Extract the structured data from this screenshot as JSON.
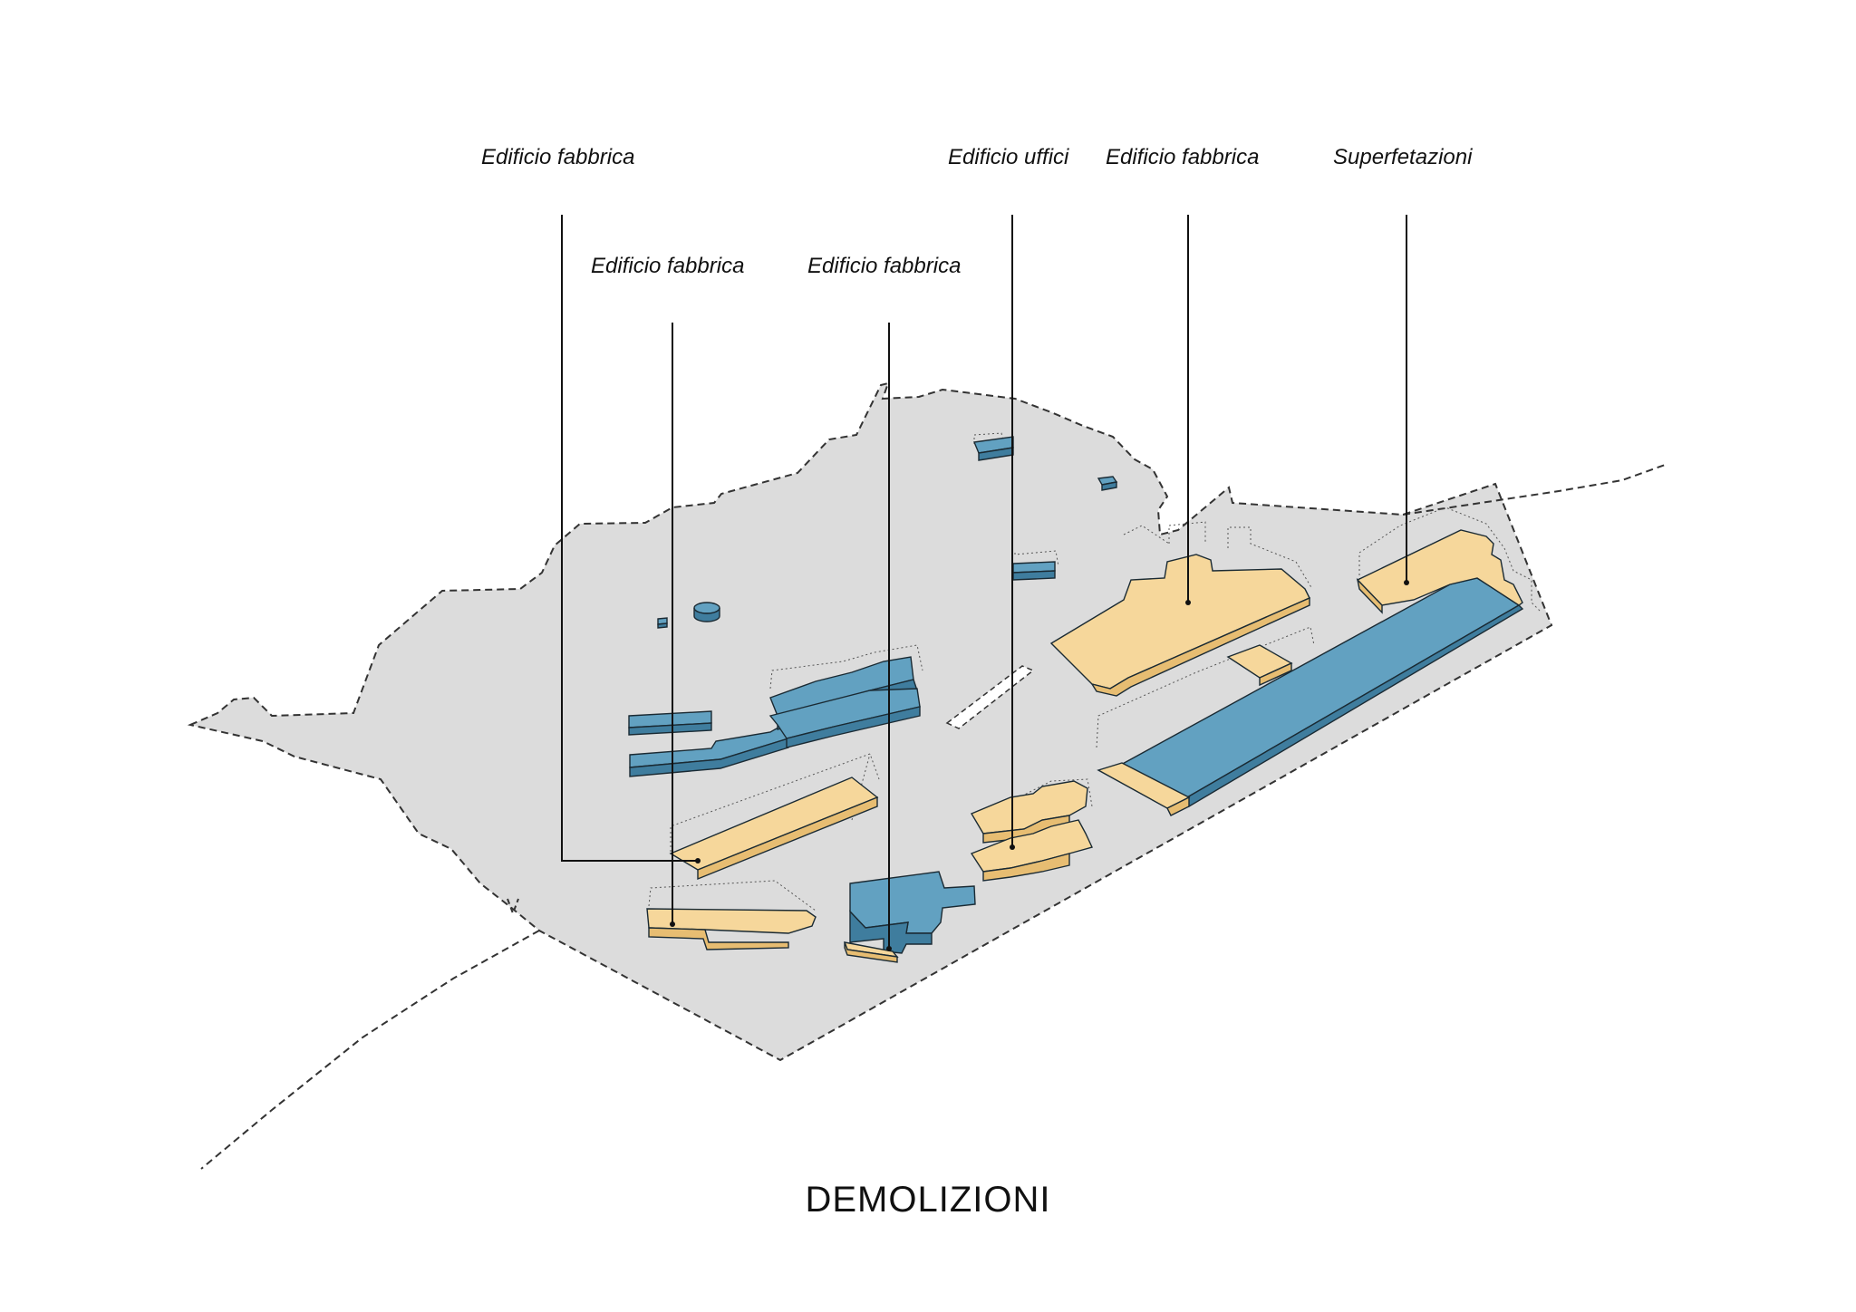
{
  "title": "DEMOLIZIONI",
  "labels": {
    "far_left": "Edificio fabbrica",
    "mid_left": "Edificio fabbrica",
    "mid": "Edificio fabbrica",
    "offices": "Edificio uffici",
    "right_factory": "Edificio fabbrica",
    "superfetazioni": "Superfetazioni"
  },
  "colors": {
    "site_fill": "#dcdcdc",
    "demolished_blue": "#62a1c1",
    "demolished_blue_side": "#3f7d9e",
    "kept_yellow": "#f6d79b",
    "kept_yellow_side": "#e7bd72",
    "boundary": "#333333",
    "leader": "#111111"
  }
}
